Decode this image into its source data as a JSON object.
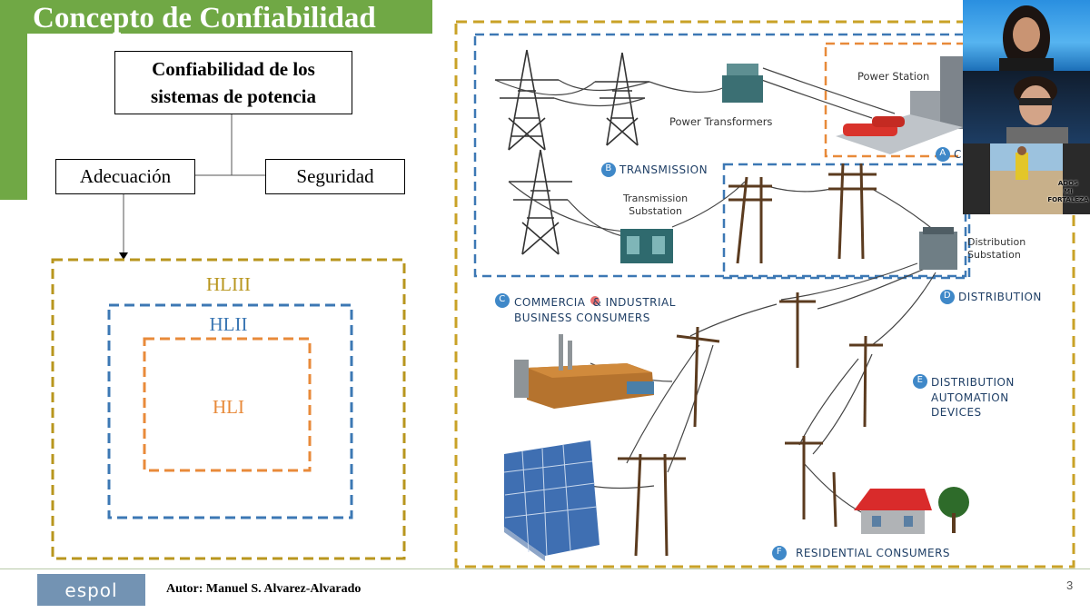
{
  "slide": {
    "title": "Concepto de Confiabilidad",
    "tree": {
      "root": [
        "Confiabilidad de los",
        "sistemas de potencia"
      ],
      "left": "Adecuación",
      "right": "Seguridad"
    },
    "levels": {
      "outer": "HLIII",
      "middle": "HLII",
      "inner": "HLI"
    },
    "footer": {
      "logo": "espol",
      "author": "Autor: Manuel S. Alvarez-Alvarado",
      "page": "3"
    },
    "colors": {
      "green": "#70a845",
      "gold": "#b8961e",
      "blue": "#3c78b4",
      "orange": "#e88a3a"
    }
  },
  "image": {
    "power_station": "Power Station",
    "power_transformers": "Power Transformers",
    "transmission": "TRANSMISSION",
    "transmission_substation": [
      "Transmission",
      "Substation"
    ],
    "distribution_substation": [
      "Distribution",
      "Substation"
    ],
    "commercial": [
      "COMMERCIA",
      "& INDUSTRIAL"
    ],
    "business": "BUSINESS CONSUMERS",
    "distribution": "DISTRIBUTION",
    "automation": [
      "DISTRIBUTION",
      "AUTOMATION",
      "DEVICES"
    ],
    "residential": "RESIDENTIAL CONSUMERS",
    "letters": {
      "a": "A",
      "b": "B",
      "c": "C",
      "d": "D",
      "e": "E",
      "f": "F"
    },
    "clipped_a_text": "C"
  },
  "webcams": {
    "third_caption": [
      "ADOS",
      "MI",
      "FORTALEZA"
    ]
  }
}
